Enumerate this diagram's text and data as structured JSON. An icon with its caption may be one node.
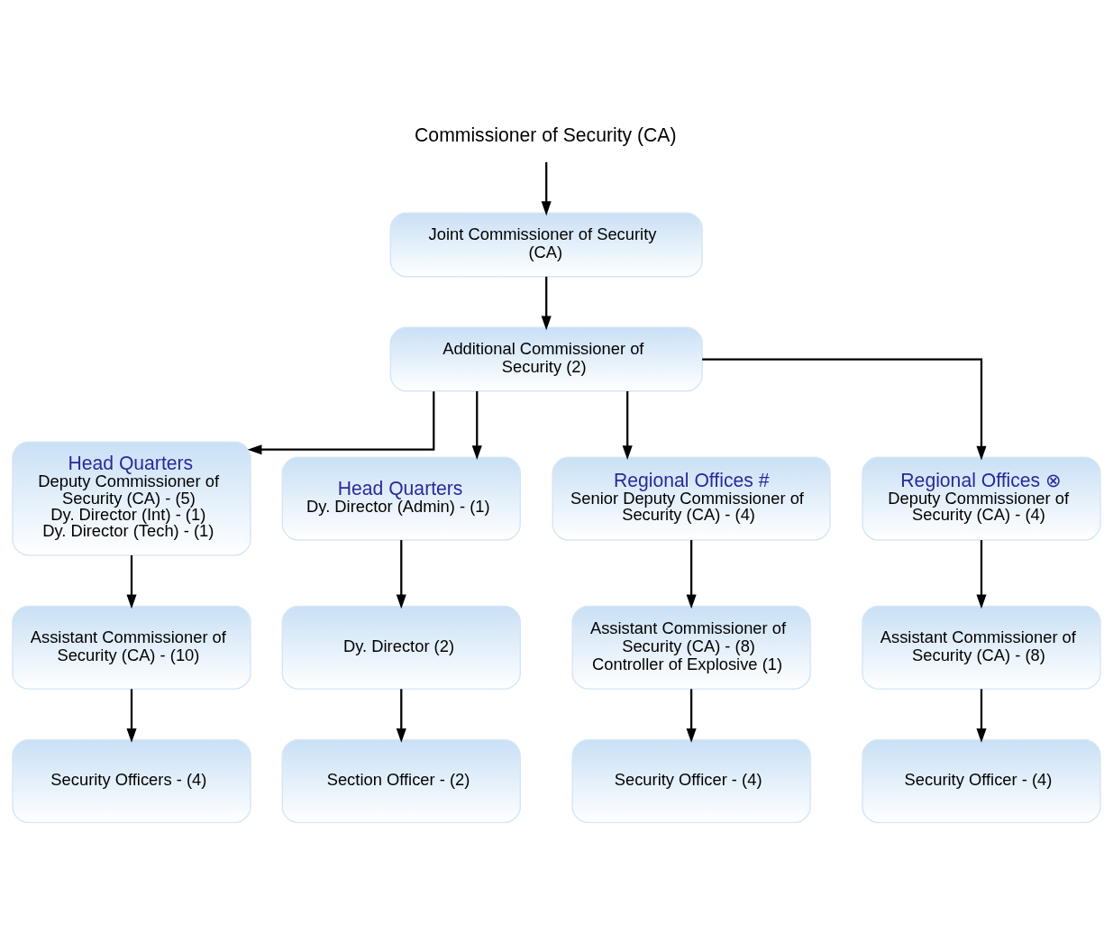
{
  "diagram": {
    "nodes": [
      {
        "text": [
          "Commissioner of Security (CA)"
        ]
      },
      {
        "text": [
          "Joint Commissioner of Security (CA)"
        ]
      },
      {
        "text": [
          "Additional Commissioner of Security (2)"
        ]
      },
      {
        "text": [
          "Head Quarters",
          "Deputy Commissioner of Security (CA) - (5)",
          "Dy. Director (Int) - (1)",
          "Dy. Director (Tech) - (1)"
        ]
      },
      {
        "text": [
          "Head Quarters",
          "Dy. Director (Admin) - (1)"
        ]
      },
      {
        "text": [
          "Regional Offices #",
          "Senior Deputy Commissioner of Security (CA) - (4)"
        ]
      },
      {
        "text": [
          "Regional Offices ⊗",
          "Deputy Commissioner of Security (CA) - (4)"
        ]
      },
      {
        "text": [
          "Assistant Commissioner of Security (CA) - (10)"
        ]
      },
      {
        "text": [
          "Dy. Director (2)"
        ]
      },
      {
        "text": [
          "Assistant Commissioner of Security (CA) - (8)",
          "Controller of Explosive (1)"
        ]
      },
      {
        "text": [
          "Assistant Commissioner of Security (CA) - (8)"
        ]
      },
      {
        "text": [
          "Security Officers - (4)"
        ]
      },
      {
        "text": [
          "Section Officer - (2)"
        ]
      },
      {
        "text": [
          "Security Officer - (4)"
        ]
      },
      {
        "text": [
          "Security Officer - (4)"
        ]
      }
    ],
    "edges": [
      {
        "from": 0,
        "to": 1,
        "arrow": "to"
      },
      {
        "from": 1,
        "to": 2,
        "arrow": "to"
      },
      {
        "from": 2,
        "to": 3,
        "arrow": "to"
      },
      {
        "from": 2,
        "to": 4,
        "arrow": "to"
      },
      {
        "from": 2,
        "to": 5,
        "arrow": "to"
      },
      {
        "from": 2,
        "to": 6,
        "arrow": "to"
      },
      {
        "from": 3,
        "to": 7,
        "arrow": "to"
      },
      {
        "from": 4,
        "to": 8,
        "arrow": "to"
      },
      {
        "from": 5,
        "to": 9,
        "arrow": "to"
      },
      {
        "from": 6,
        "to": 10,
        "arrow": "to"
      },
      {
        "from": 7,
        "to": 11,
        "arrow": "to"
      },
      {
        "from": 8,
        "to": 12,
        "arrow": "to"
      },
      {
        "from": 9,
        "to": 13,
        "arrow": "to"
      },
      {
        "from": 10,
        "to": 14,
        "arrow": "to"
      }
    ]
  }
}
